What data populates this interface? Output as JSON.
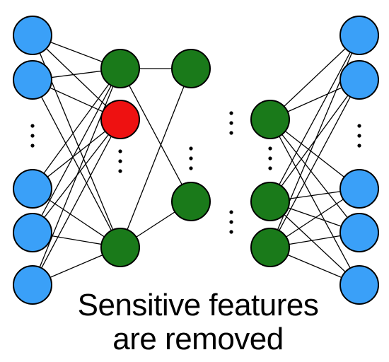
{
  "diagram": {
    "caption_line1": "Sensitive features",
    "caption_line2": "are removed",
    "colors": {
      "input_node": "#3aa0f8",
      "output_node": "#3aa0f8",
      "hidden_node": "#1a7a1a",
      "removed_node": "#ee1111",
      "edge": "#000000",
      "outline": "#000000"
    },
    "layers": [
      {
        "name": "input",
        "nodes": [
          "input",
          "input",
          "ellipsis",
          "input",
          "input",
          "input"
        ]
      },
      {
        "name": "hidden-1",
        "nodes": [
          "hidden",
          "removed",
          "ellipsis",
          "hidden"
        ]
      },
      {
        "name": "hidden-2",
        "nodes": [
          "hidden",
          "ellipsis",
          "hidden"
        ]
      },
      {
        "name": "gap",
        "nodes": [
          "ellipsis",
          "ellipsis"
        ]
      },
      {
        "name": "hidden-3",
        "nodes": [
          "hidden",
          "ellipsis",
          "hidden",
          "hidden"
        ]
      },
      {
        "name": "output",
        "nodes": [
          "output",
          "output",
          "ellipsis",
          "output",
          "output",
          "output"
        ]
      }
    ]
  }
}
